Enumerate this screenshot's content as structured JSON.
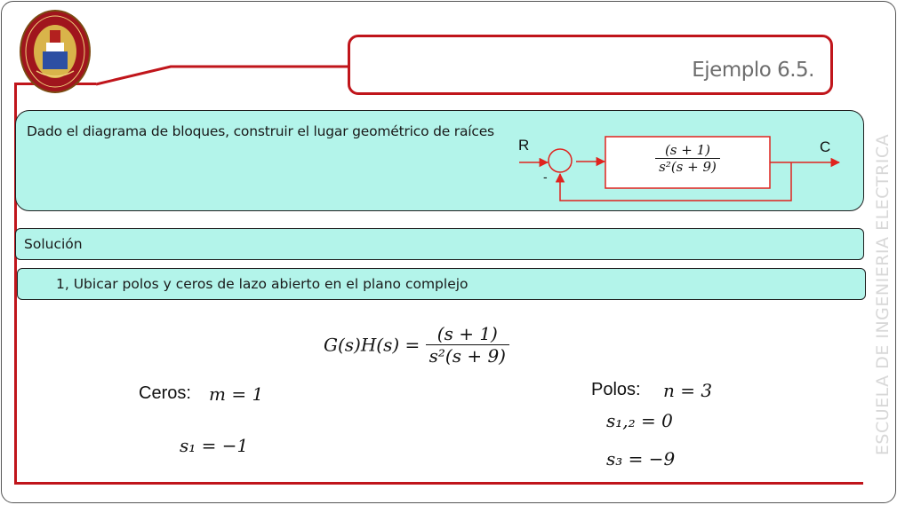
{
  "header": {
    "title": "Ejemplo 6.5.",
    "logo_icon": "university-seal-icon"
  },
  "problem": {
    "statement": "Dado el diagrama de bloques, construir el lugar geométrico de raíces",
    "diagram": {
      "input_label": "R",
      "output_label": "C",
      "feedback_sign": "-",
      "block_numerator": "(s + 1)",
      "block_denominator": "s²(s + 9)"
    }
  },
  "solution": {
    "label": "Solución",
    "step1": "1, Ubicar polos y ceros de lazo abierto en el plano complejo"
  },
  "equation": {
    "lhs": "G(s)H(s) =",
    "numerator": "(s + 1)",
    "denominator": "s²(s + 9)"
  },
  "zeros": {
    "label": "Ceros:",
    "count": "m = 1",
    "value": "s₁ = −1"
  },
  "poles": {
    "label": "Polos:",
    "count": "n = 3",
    "value1": "s₁,₂ = 0",
    "value2": "s₃ = −9"
  },
  "side_text": "ESCUELA DE INGENIERIA ELECTRICA",
  "colors": {
    "accent_red": "#c0151b",
    "box_cyan": "#b3f4ea",
    "title_gray": "#6d6d6d"
  }
}
